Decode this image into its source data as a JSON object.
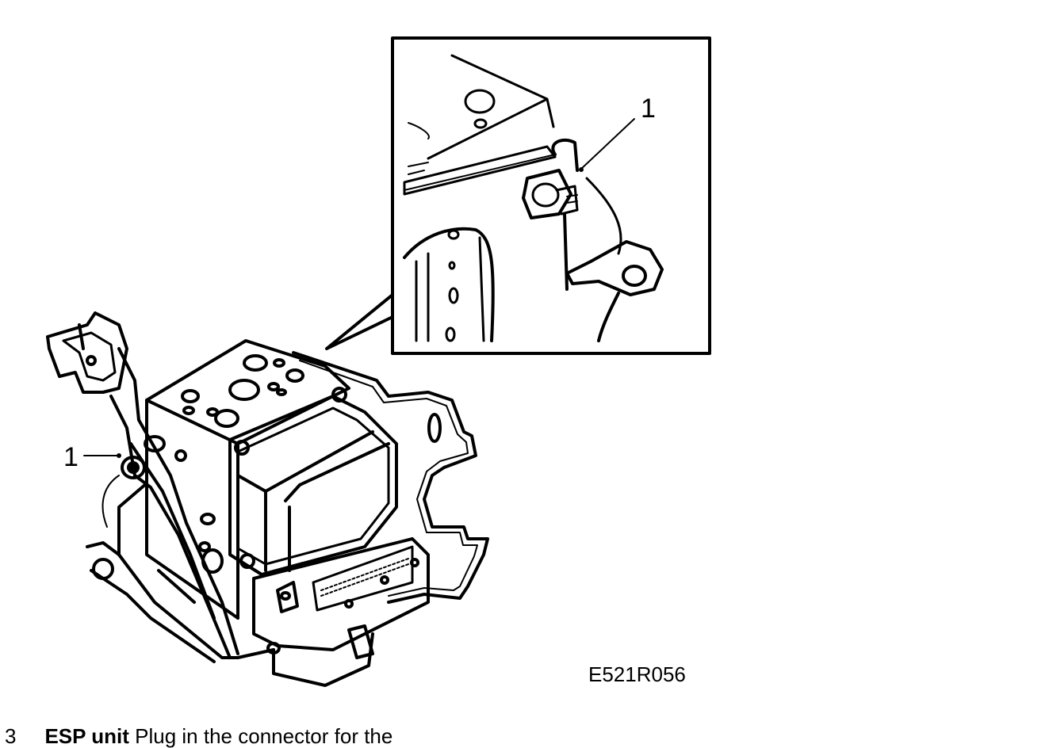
{
  "figure": {
    "code": "E521R056",
    "callouts": [
      {
        "id": "main",
        "label": "1"
      },
      {
        "id": "inset",
        "label": "1"
      }
    ]
  },
  "caption": {
    "number": "3",
    "title": "ESP unit",
    "text": "Plug in the connector for the"
  }
}
